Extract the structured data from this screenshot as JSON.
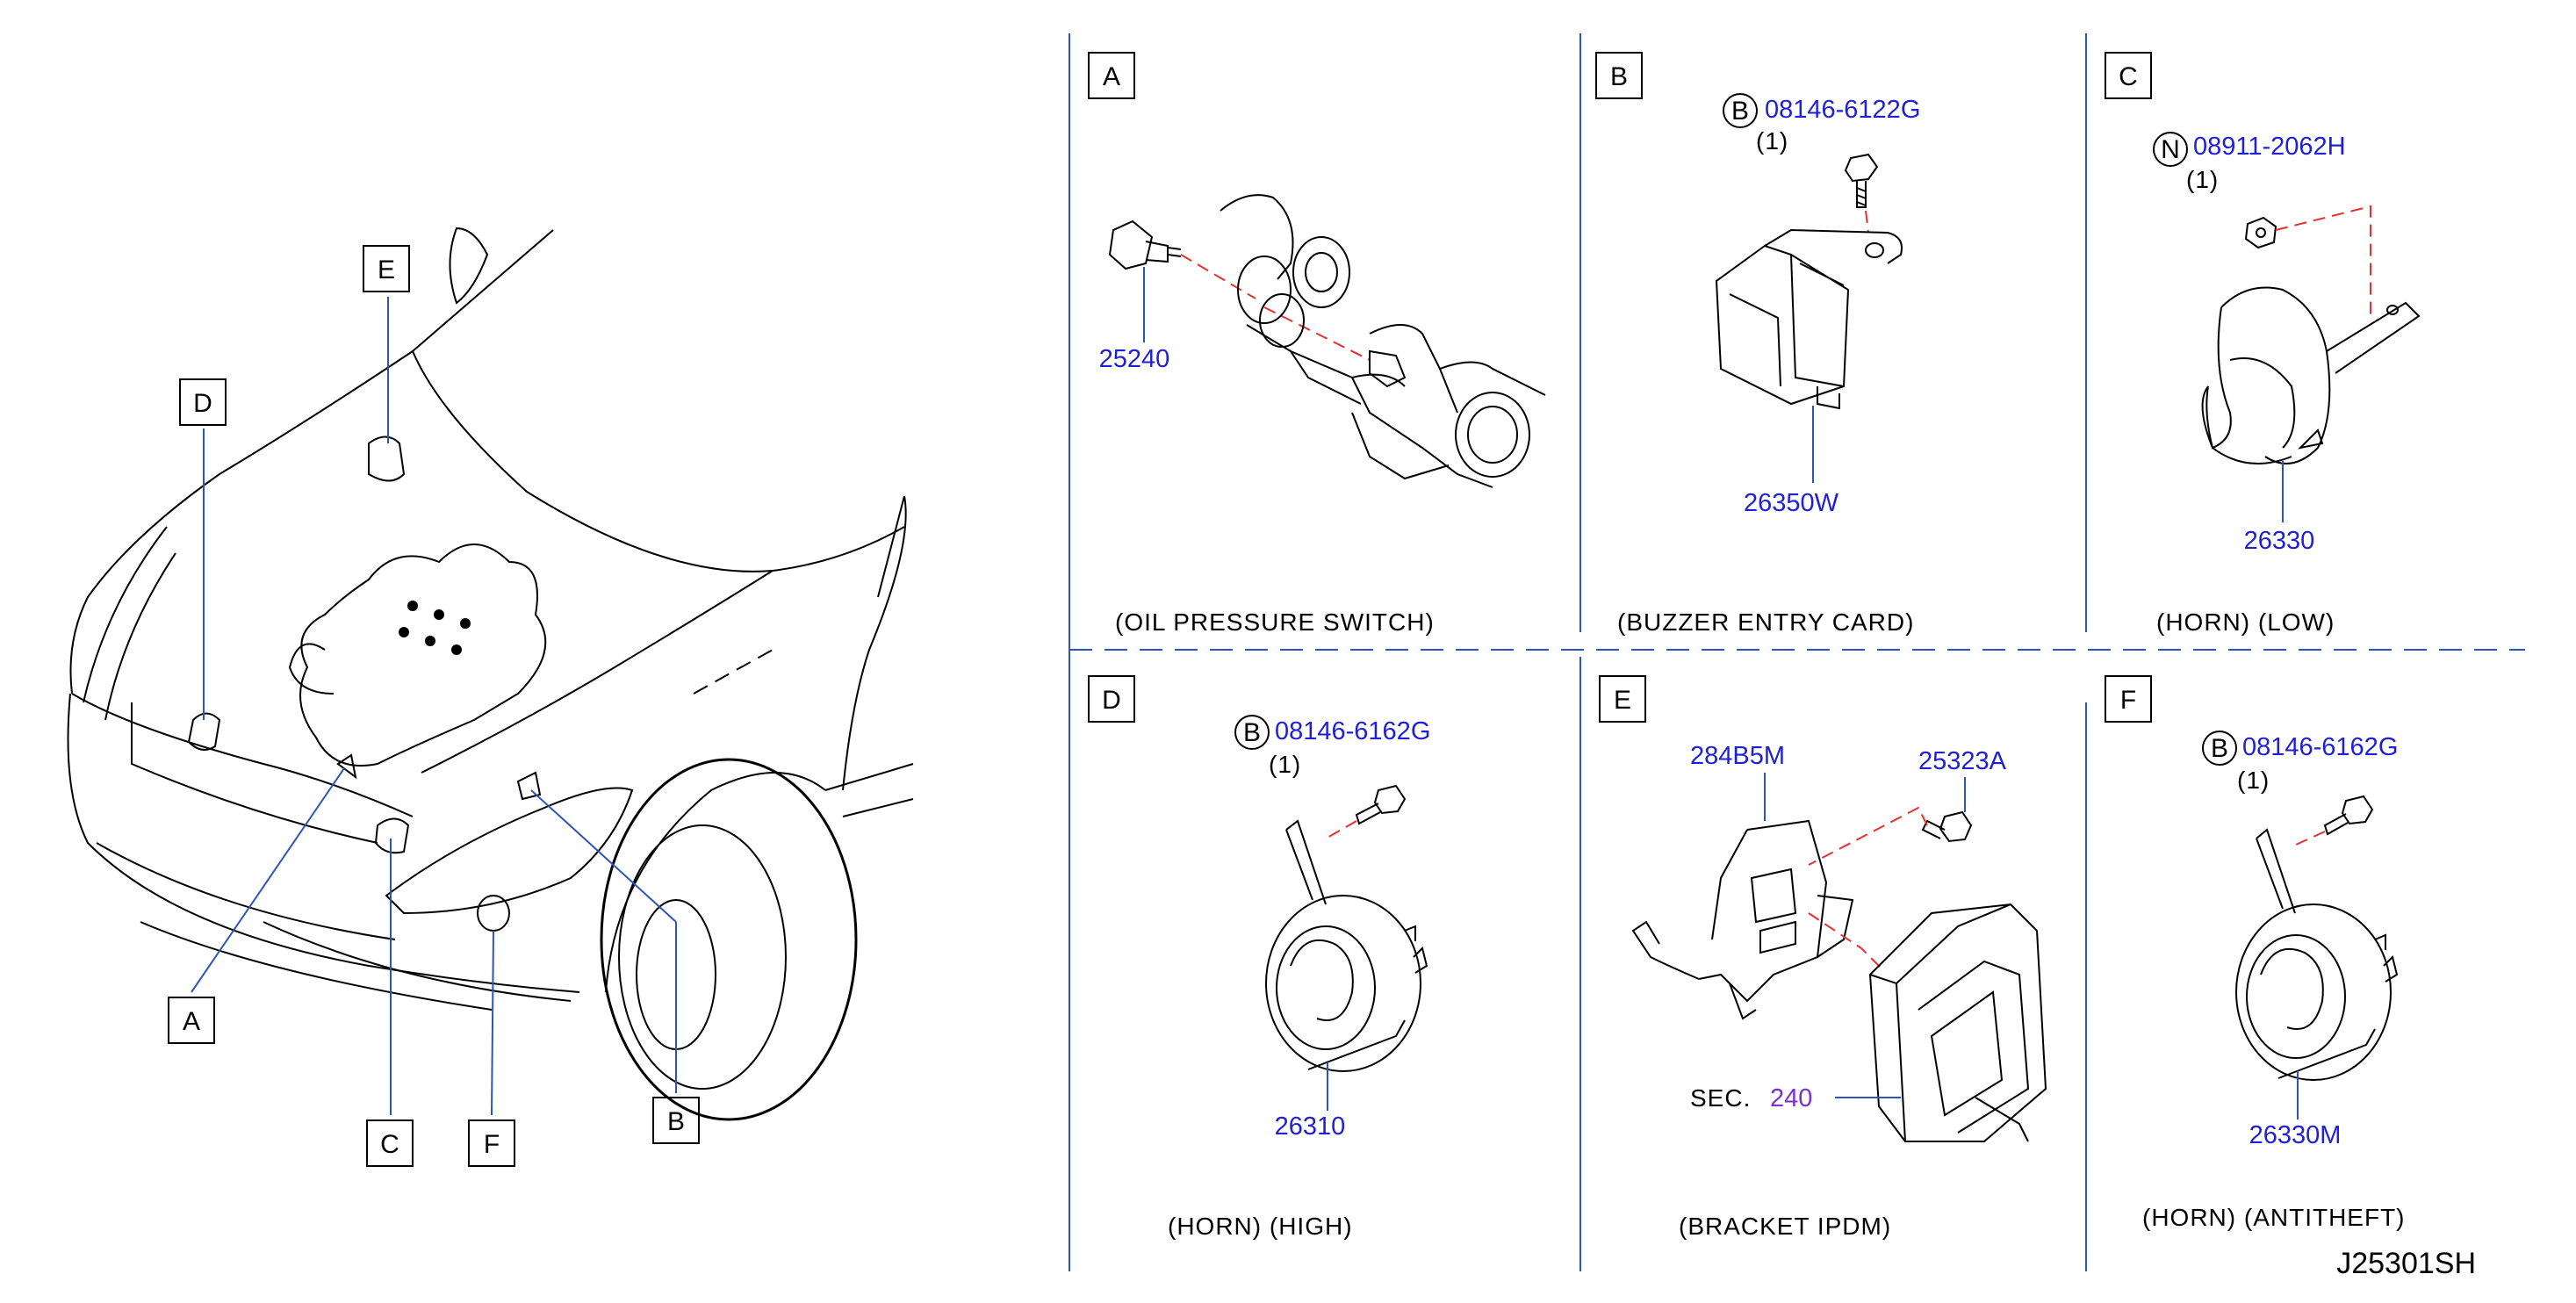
{
  "car_callouts": [
    "E",
    "D",
    "A",
    "C",
    "F",
    "B"
  ],
  "panels": {
    "A": {
      "box": "A",
      "part": "25240",
      "caption": "(OIL   PRESSURE   SWITCH)"
    },
    "B": {
      "box": "B",
      "bolt_badge": "B",
      "bolt_part": "08146-6122G",
      "bolt_qty": "(1)",
      "part": "26350W",
      "caption": "(BUZZER   ENTRY   CARD)"
    },
    "C": {
      "box": "C",
      "bolt_badge": "N",
      "bolt_part": "08911-2062H",
      "bolt_qty": "(1)",
      "part": "26330",
      "caption": "(HORN)    (LOW)"
    },
    "D": {
      "box": "D",
      "bolt_badge": "B",
      "bolt_part": "08146-6162G",
      "bolt_qty": "(1)",
      "part": "26310",
      "caption": "(HORN)     (HIGH)"
    },
    "E": {
      "box": "E",
      "bracket_part": "284B5M",
      "bolt_part": "25323A",
      "sec_label": "SEC.",
      "sec_num": "240",
      "caption": "(BRACKET    IPDM)"
    },
    "F": {
      "box": "F",
      "bolt_badge": "B",
      "bolt_part": "08146-6162G",
      "bolt_qty": "(1)",
      "part": "26330M",
      "caption": "(HORN)    (ANTITHEFT)"
    }
  },
  "diagram_code": "J25301SH",
  "colors": {
    "part_number": "#1f1fd6",
    "leader": "#2d55b5",
    "hidden_line": "#e83030",
    "section_ref": "#7a2fd0"
  }
}
